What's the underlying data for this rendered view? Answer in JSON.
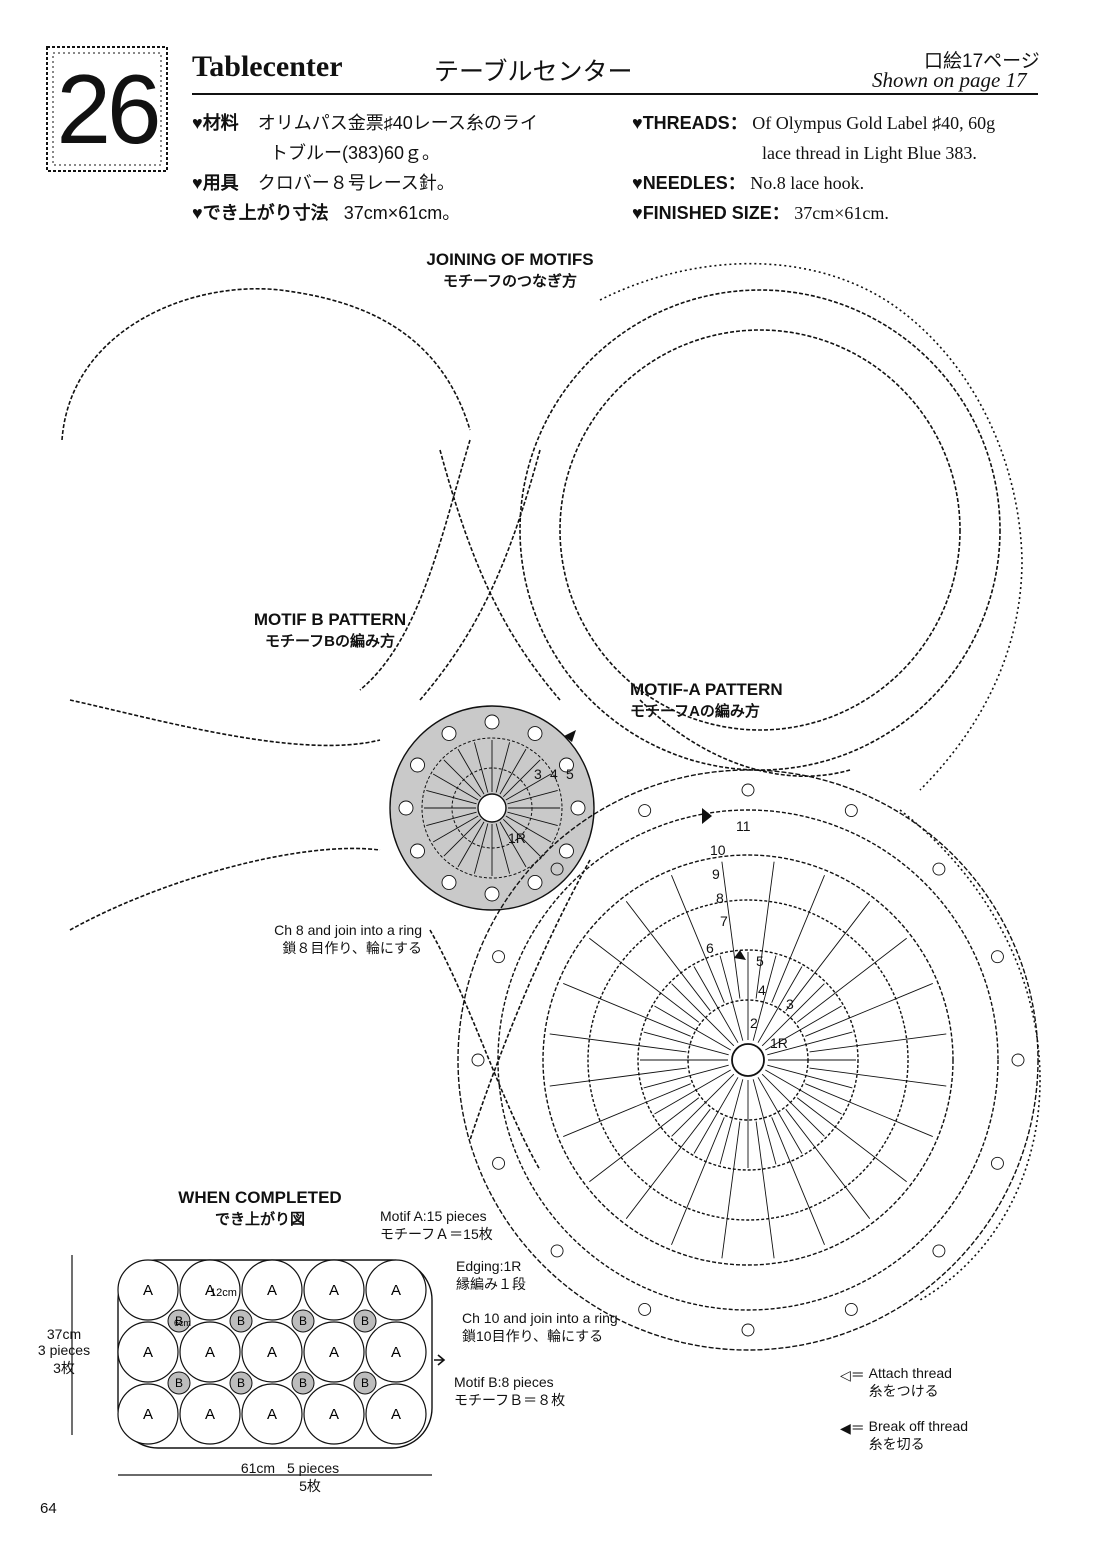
{
  "header": {
    "number": "26",
    "title_en": "Tablecenter",
    "title_jp": "テーブルセンター",
    "ref_jp": "口絵17ページ",
    "ref_en": "Shown on page 17"
  },
  "specs_jp": {
    "materials_label": "♥材料",
    "materials_line1": "オリムパス金票♯40レース糸のライ",
    "materials_line2": "トブルー(383)60ｇ。",
    "tools_label": "♥用具",
    "tools_value": "クロバー８号レース針。",
    "size_label": "♥でき上がり寸法",
    "size_value": "37cm×61cm。"
  },
  "specs_en": {
    "threads_label": "♥THREADS：",
    "threads_line1": "Of Olympus Gold Label ♯40, 60g",
    "threads_line2": "lace thread in Light Blue 383.",
    "needles_label": "♥NEEDLES：",
    "needles_value": "No.8 lace hook.",
    "size_label": "♥FINISHED SIZE：",
    "size_value": "37cm×61cm."
  },
  "labels": {
    "joining_en": "JOINING OF MOTIFS",
    "joining_jp": "モチーフのつなぎ方",
    "motif_b_en": "MOTIF B PATTERN",
    "motif_b_jp": "モチーフBの編み方",
    "motif_a_en": "MOTIF-A PATTERN",
    "motif_a_jp": "モチーフAの編み方",
    "ch8_en": "Ch 8 and join into a ring",
    "ch8_jp": "鎖８目作り、輪にする",
    "ch10_en": "Ch 10 and join into a ring",
    "ch10_jp": "鎖10目作り、輪にする",
    "completed_en": "WHEN COMPLETED",
    "completed_jp": "でき上がり図",
    "motif_a_count_en": "Motif A:15 pieces",
    "motif_a_count_jp": "モチーフＡ＝15枚",
    "edging_en": "Edging:1R",
    "edging_jp": "縁編み１段",
    "motif_b_count_en": "Motif B:8 pieces",
    "motif_b_count_jp": "モチーフＢ＝８枚",
    "height_cm": "37cm",
    "height_pieces_en": "3 pieces",
    "height_pieces_jp": "3枚",
    "width_cm": "61cm",
    "width_pieces_en": "5 pieces",
    "width_pieces_jp": "5枚",
    "dim_12cm": "12cm",
    "dim_6cm": "6cm",
    "legend_attach_en": "Attach thread",
    "legend_attach_jp": "糸をつける",
    "legend_break_en": "Break off thread",
    "legend_break_jp": "糸を切る",
    "eq": "＝",
    "letter_a": "A",
    "letter_b": "B"
  },
  "round_numbers_a": [
    "1R",
    "2",
    "3",
    "4",
    "5",
    "6",
    "7",
    "8",
    "9",
    "10",
    "11"
  ],
  "round_numbers_b": [
    "1R",
    "3",
    "4",
    "5"
  ],
  "page_number": "64",
  "colors": {
    "ink": "#111111",
    "motif_b_fill": "#c9c9c9",
    "completed_b_fill": "#bdbdbd"
  }
}
